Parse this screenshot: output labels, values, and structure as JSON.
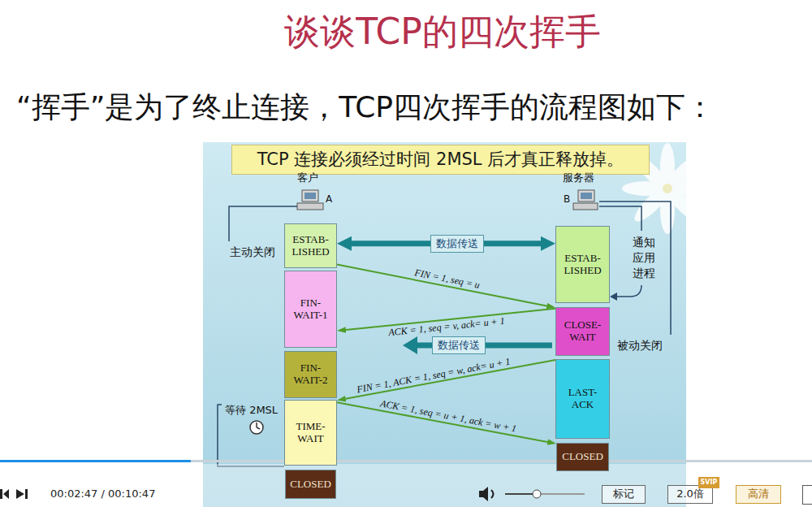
{
  "diagram": {
    "title": "谈谈TCP的四次挥手",
    "nodes": [
      {
        "text": [
          "TCP 连接必须经过时间 2MSL 后才真正释放掉。"
        ]
      },
      {
        "text": [
          "ESTAB- LISHED"
        ]
      },
      {
        "text": [
          "ESTAB- LISHED"
        ]
      },
      {
        "text": [
          "FIN- WAIT-1"
        ]
      },
      {
        "text": [
          "CLOSE- WAIT"
        ]
      },
      {
        "text": [
          "FIN- WAIT-2"
        ]
      },
      {
        "text": [
          "LAST- ACK"
        ]
      },
      {
        "text": [
          "TIME- WAIT"
        ]
      },
      {
        "text": [
          "CLOSED"
        ]
      },
      {
        "text": [
          "CLOSED"
        ]
      },
      {
        "text": [
          "标记"
        ]
      },
      {
        "text": [
          "2.0倍"
        ]
      },
      {
        "text": [
          "SVIP"
        ]
      },
      {
        "text": [
          "高清"
        ]
      }
    ],
    "edges": [
      {
        "from": 1,
        "to": 2,
        "label": "数据传送",
        "arrow": "both"
      },
      {
        "from": 1,
        "to": 4,
        "label": "FIN = 1, seq = u",
        "arrow": "to"
      },
      {
        "from": 4,
        "to": 3,
        "label": "ACK = 1, seq = v, ack= u + 1",
        "arrow": "to"
      },
      {
        "from": 6,
        "to": 7,
        "label": "FIN = 1, ACK = 1, seq = w, ack= u + 1",
        "arrow": "to"
      },
      {
        "from": 7,
        "to": 8,
        "label": "ACK = 1, seq = u + 1, ack = w + 1",
        "arrow": "to"
      }
    ],
    "labels": [
      "“挥手”是为了终止连接，TCP四次挥手的流程图如下：",
      "客户",
      "A",
      "服务器",
      "B",
      "主动关闭",
      "通知 应用 进程",
      "数据传送",
      "被动关闭",
      "等待 2MSL",
      "00:02:47 / 00:10:47"
    ]
  }
}
